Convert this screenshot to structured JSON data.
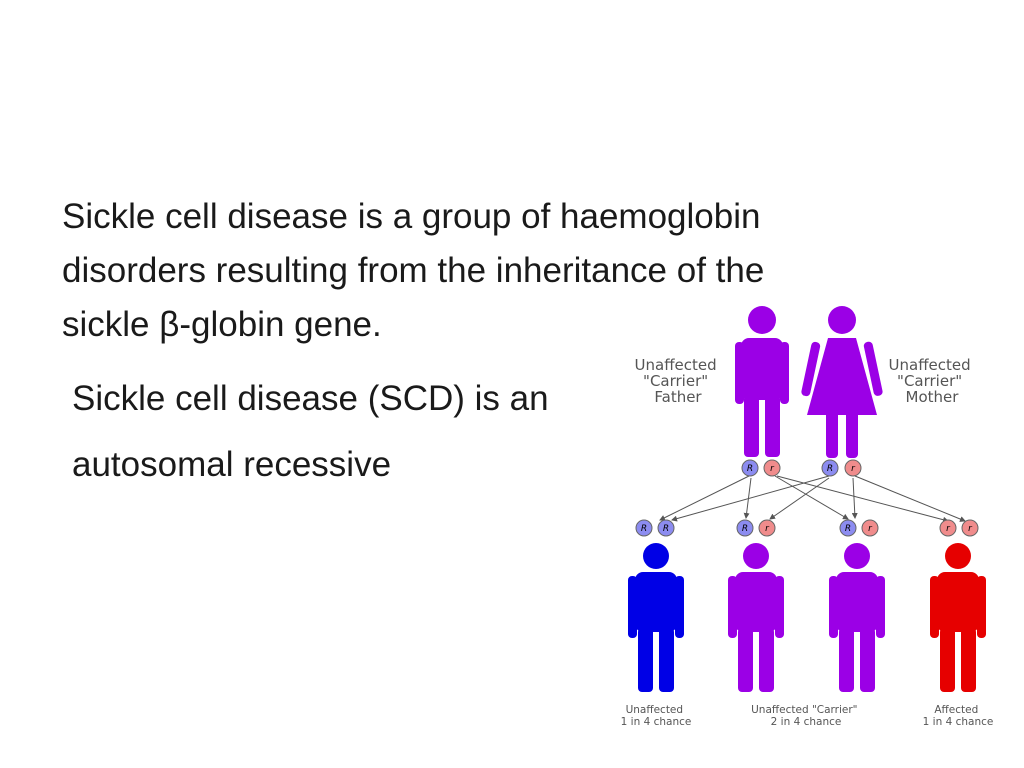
{
  "paragraphs": {
    "line1": "Sickle cell disease is a group of haemoglobin",
    "line2": "disorders resulting from the inheritance of the",
    "line3": "sickle β-globin gene.",
    "line4": "Sickle cell disease (SCD) is an",
    "line5": "autosomal recessive"
  },
  "diagram": {
    "parents": {
      "father": {
        "label_lines": [
          "Unaffected",
          "\"Carrier\"",
          "Father"
        ],
        "alleles": [
          "R",
          "r"
        ]
      },
      "mother": {
        "label_lines": [
          "Unaffected",
          "\"Carrier\"",
          "Mother"
        ],
        "alleles": [
          "R",
          "r"
        ]
      }
    },
    "children": [
      {
        "alleles": [
          "R",
          "R"
        ],
        "label_lines": [
          "Unaffected",
          "1 in 4 chance"
        ]
      },
      {
        "alleles": [
          "R",
          "r"
        ],
        "label_lines": []
      },
      {
        "alleles": [
          "R",
          "r"
        ],
        "label_lines": []
      },
      {
        "alleles": [
          "r",
          "r"
        ],
        "label_lines": [
          "Affected",
          "1 in 4 chance"
        ]
      }
    ],
    "carrier_children_label": [
      "Unaffected \"Carrier\"",
      "2 in 4 chance"
    ],
    "colors": {
      "purple": "#9b00e6",
      "blue": "#0000e6",
      "red": "#e60000",
      "dominant_allele": "#8c8cf0",
      "recessive_allele": "#f08c8c"
    }
  }
}
